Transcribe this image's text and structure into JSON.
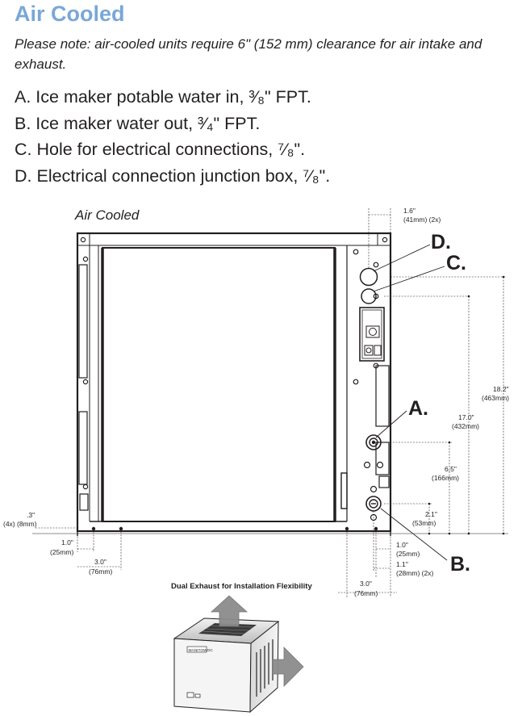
{
  "header": {
    "title": "Air Cooled",
    "note": "Please note: air-cooled units require 6\" (152 mm) clearance for air intake and exhaust."
  },
  "connections": [
    {
      "letter": "A",
      "text": "A. Ice maker potable water in, ³⁄₈\" FPT."
    },
    {
      "letter": "B",
      "text": "B. Ice maker water out, ³⁄₄\" FPT."
    },
    {
      "letter": "C",
      "text": "C. Hole for electrical connections, ⁷⁄₈\"."
    },
    {
      "letter": "D",
      "text": "D. Electrical connection junction box, ⁷⁄₈\"."
    }
  ],
  "drawing": {
    "subtitle": "Air Cooled",
    "callouts": {
      "a": "A.",
      "b": "B.",
      "c": "C.",
      "d": "D."
    },
    "dims": {
      "d16": "1.6\"",
      "d16mm": "(41mm) (2x)",
      "d182": "18.2\"",
      "d182mm": "(463mm)",
      "d170": "17.0\"",
      "d170mm": "(432mm)",
      "d65": "6.5\"",
      "d65mm": "(166mm)",
      "d21": "2.1\"",
      "d21mm": "(53mm)",
      "d3": ".3\"",
      "d3mm": "(4x) (8mm)",
      "d10l": "1.0\"",
      "d10lmm": "(25mm)",
      "d30l": "3.0\"",
      "d30lmm": "(76mm)",
      "d10r": "1.0\"",
      "d10rmm": "(25mm)",
      "d11": "1.1\"",
      "d11mm": "(28mm) (2x)",
      "d30r": "3.0\"",
      "d30rmm": "(76mm)"
    },
    "exhaust_title": "Dual Exhaust for Installation Flexibility",
    "unit_badge": "MANITOWOC"
  }
}
